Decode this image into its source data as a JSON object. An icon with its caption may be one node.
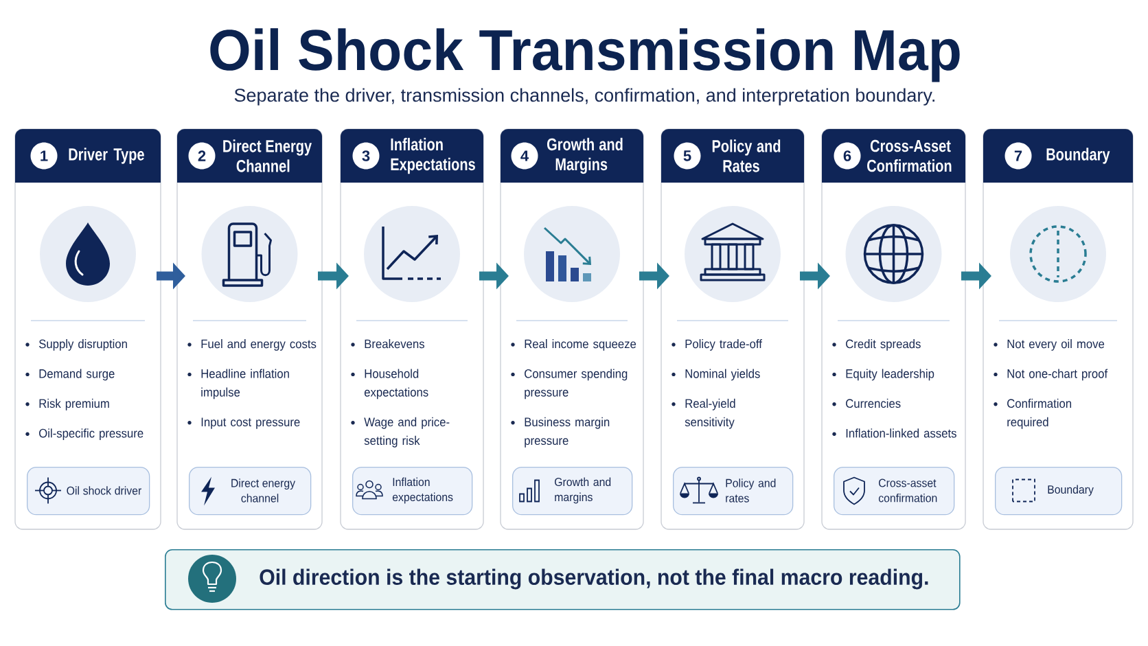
{
  "diagram": {
    "title": "Oil Shock Transmission Map",
    "nodes": [
      {
        "text": [
          "Driver Type",
          "Supply disruption",
          "Demand surge",
          "Risk premium",
          "Oil-specific pressure"
        ]
      },
      {
        "text": [
          "1"
        ],
        "in": 0
      },
      {
        "text": [
          "Oil shock driver"
        ],
        "in": 0
      },
      {
        "text": [
          "Direct Energy Channel",
          "Fuel and energy costs",
          "Headline inflation impulse",
          "Input cost pressure"
        ]
      },
      {
        "text": [
          "2"
        ],
        "in": 3
      },
      {
        "text": [
          "Direct energy channel"
        ],
        "in": 3
      },
      {
        "text": [
          "Inflation Expectations",
          "Breakevens",
          "Household expectations",
          "Wage and price-setting risk"
        ]
      },
      {
        "text": [
          "3"
        ],
        "in": 6
      },
      {
        "text": [
          "Inflation expectations"
        ],
        "in": 6
      },
      {
        "text": [
          "Growth and Margins",
          "Real income squeeze",
          "Consumer spending pressure",
          "Business margin pressure"
        ]
      },
      {
        "text": [
          "4"
        ],
        "in": 9
      },
      {
        "text": [
          "Growth and margins"
        ],
        "in": 9
      },
      {
        "text": [
          "Policy and Rates",
          "Policy trade-off",
          "Nominal yields",
          "Real-yield sensitivity"
        ]
      },
      {
        "text": [
          "5"
        ],
        "in": 12
      },
      {
        "text": [
          "Policy and rates"
        ],
        "in": 12
      },
      {
        "text": [
          "Cross-Asset Confirmation",
          "Credit spreads",
          "Equity leadership",
          "Currencies",
          "Inflation-linked assets"
        ]
      },
      {
        "text": [
          "6"
        ],
        "in": 15
      },
      {
        "text": [
          "Cross-asset confirmation"
        ],
        "in": 15
      },
      {
        "text": [
          "Boundary",
          "Not every oil move",
          "Not one-chart proof",
          "Confirmation required"
        ]
      },
      {
        "text": [
          "7"
        ],
        "in": 18
      },
      {
        "text": [
          "Boundary"
        ],
        "in": 18
      },
      {
        "text": [
          "Oil direction is the starting observation, not the final macro reading."
        ]
      }
    ],
    "edges": [
      {
        "from": 0,
        "to": 3,
        "arrow": "to",
        "color": "#2f5e9c"
      },
      {
        "from": 3,
        "to": 6,
        "arrow": "to"
      },
      {
        "from": 6,
        "to": 9,
        "arrow": "to"
      },
      {
        "from": 9,
        "to": 12,
        "arrow": "to"
      },
      {
        "from": 12,
        "to": 15,
        "arrow": "to"
      },
      {
        "from": 15,
        "to": 18,
        "arrow": "to"
      }
    ],
    "labels": [
      "Separate the driver, transmission channels, confirmation, and interpretation boundary."
    ]
  }
}
